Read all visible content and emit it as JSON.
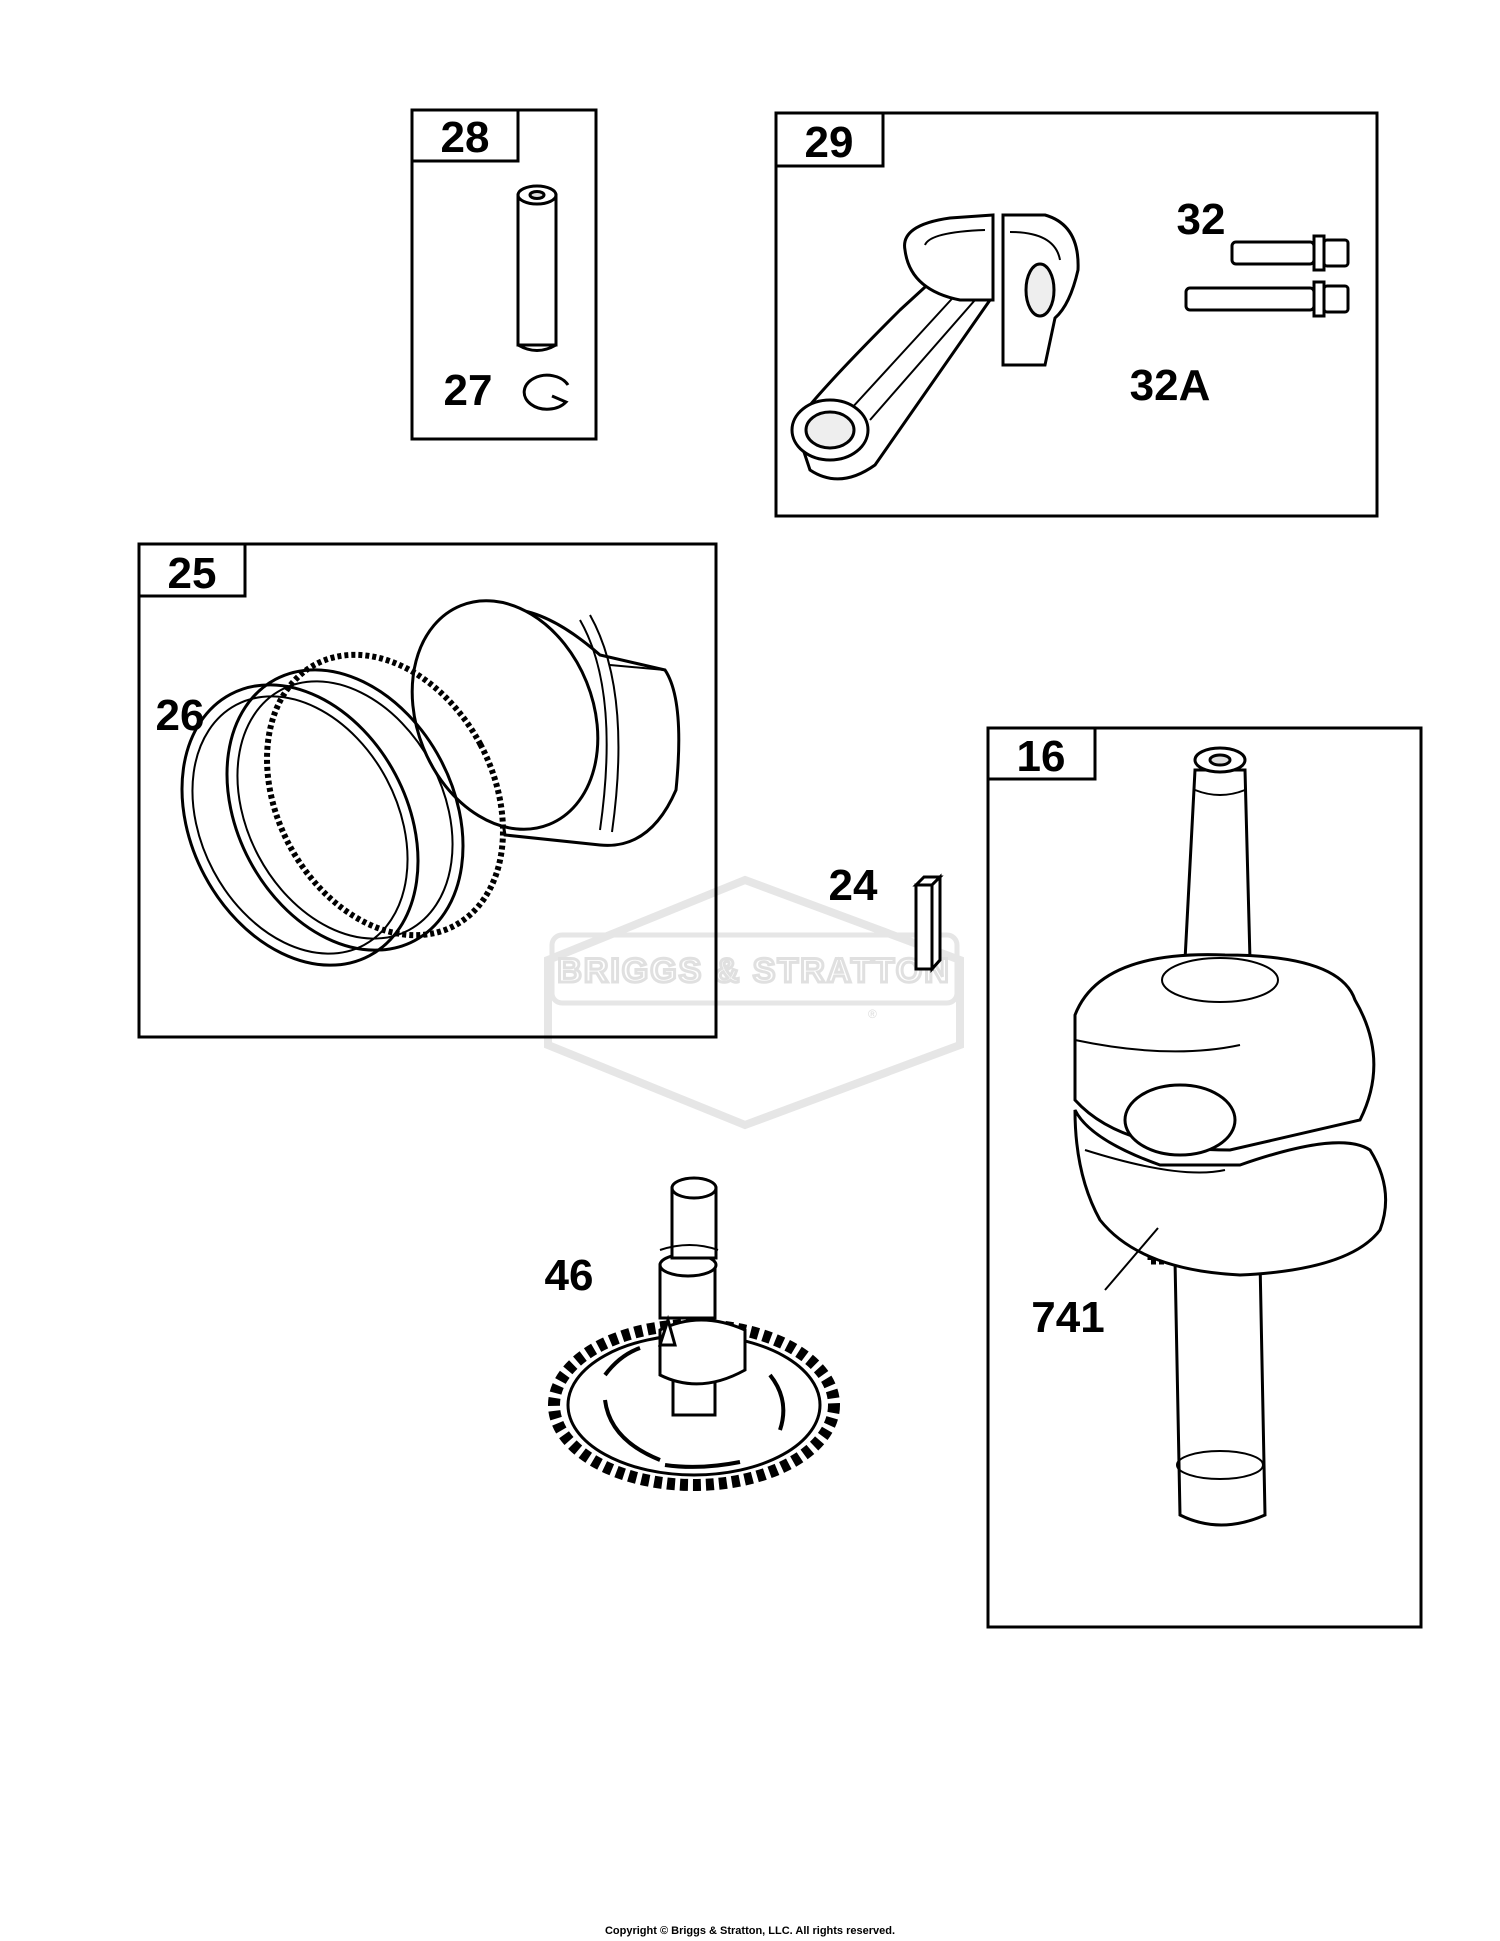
{
  "labels": {
    "box_28": "28",
    "part_27": "27",
    "box_29": "29",
    "part_32": "32",
    "part_32a": "32A",
    "box_25": "25",
    "part_26": "26",
    "part_24": "24",
    "box_16": "16",
    "part_741": "741",
    "part_46": "46"
  },
  "watermark": {
    "brand": "BRIGGS & STRATTON",
    "mark": "®"
  },
  "footer": {
    "copyright": "Copyright © Briggs & Stratton, LLC. All rights reserved."
  }
}
